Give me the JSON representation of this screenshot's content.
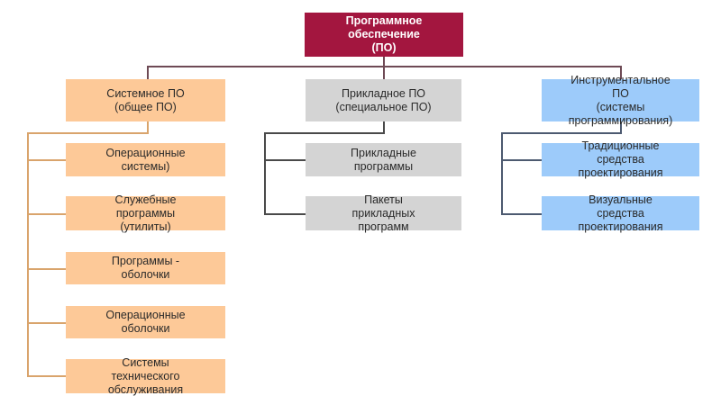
{
  "root": {
    "label": "Программное\nобеспечение\n(ПО)"
  },
  "colors": {
    "root": "#a3163f",
    "system": "#fdc998",
    "application": "#d4d4d4",
    "tools": "#9dcbfa"
  },
  "branches": [
    {
      "label": "Системное ПО\n(общее ПО)",
      "children": [
        "Операционные\nсистемы)",
        "Служебные\nпрограммы\n(утилиты)",
        "Программы -\nоболочки",
        "Операционные\nоболочки",
        "Системы\nтехнического\nобслуживания"
      ]
    },
    {
      "label": "Прикладное ПО\n(специальное ПО)",
      "children": [
        "Прикладные\nпрограммы",
        "Пакеты\nприкладных\nпрограмм"
      ]
    },
    {
      "label": "Инструментальное\nПО\n(системы\nпрограммирования)",
      "children": [
        "Традиционные\nсредства\nпроектирования",
        "Визуальные\nсредства\nпроектирования"
      ]
    }
  ]
}
